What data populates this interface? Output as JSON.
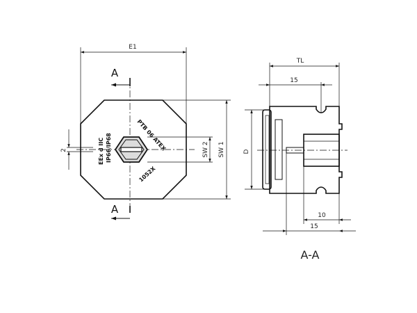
{
  "labels": {
    "e1": "E1",
    "tl": "TL",
    "section_a_top": "A",
    "section_a_bottom": "A",
    "dim_2": "2",
    "sw2": "SW 2",
    "sw1": "SW 1",
    "d": "D",
    "dim_15_top": "15",
    "dim_10": "10",
    "dim_15_bottom": "15",
    "section_title": "A-A"
  },
  "markings": {
    "ptb": "PTB 06 ATEX",
    "code": "1052X",
    "right_side": "IP66/IP68",
    "left_side": "EEx d IIC"
  },
  "colors": {
    "line": "#111111",
    "face_fill": "#f2f2f2",
    "section_fill": "#e6e6e6",
    "hatch": "#777777"
  },
  "icons": {
    "arrow": "arrowhead-icon",
    "hex_socket": "hex-socket-icon"
  }
}
